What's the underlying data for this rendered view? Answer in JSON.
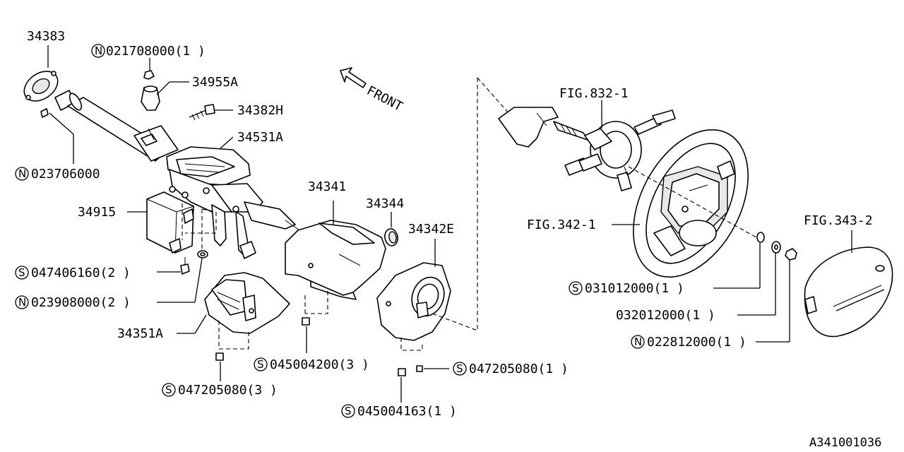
{
  "diagram_id": "A341001036",
  "front_label": "FRONT",
  "callouts": {
    "c34383": "34383",
    "c021708000": "021708000(1  )",
    "c34955A": "34955A",
    "c34382H": "34382H",
    "c34531A": "34531A",
    "c023706000": "023706000",
    "c34915": "34915",
    "c047406160": "047406160(2  )",
    "c023908000": "023908000(2  )",
    "c34351A": "34351A",
    "c047205080a": "047205080(3  )",
    "c34341": "34341",
    "c34344": "34344",
    "c34342E": "34342E",
    "c045004200": "045004200(3  )",
    "c047205080b": "047205080(1  )",
    "c045004163": "045004163(1  )",
    "fig832": "FIG.832-1",
    "fig342": "FIG.342-1",
    "fig343": "FIG.343-2",
    "c031012000": "031012000(1  )",
    "c032012000": "032012000(1  )",
    "c022812000": "022812000(1  )"
  },
  "prefix": {
    "n": "N",
    "s": "S"
  }
}
